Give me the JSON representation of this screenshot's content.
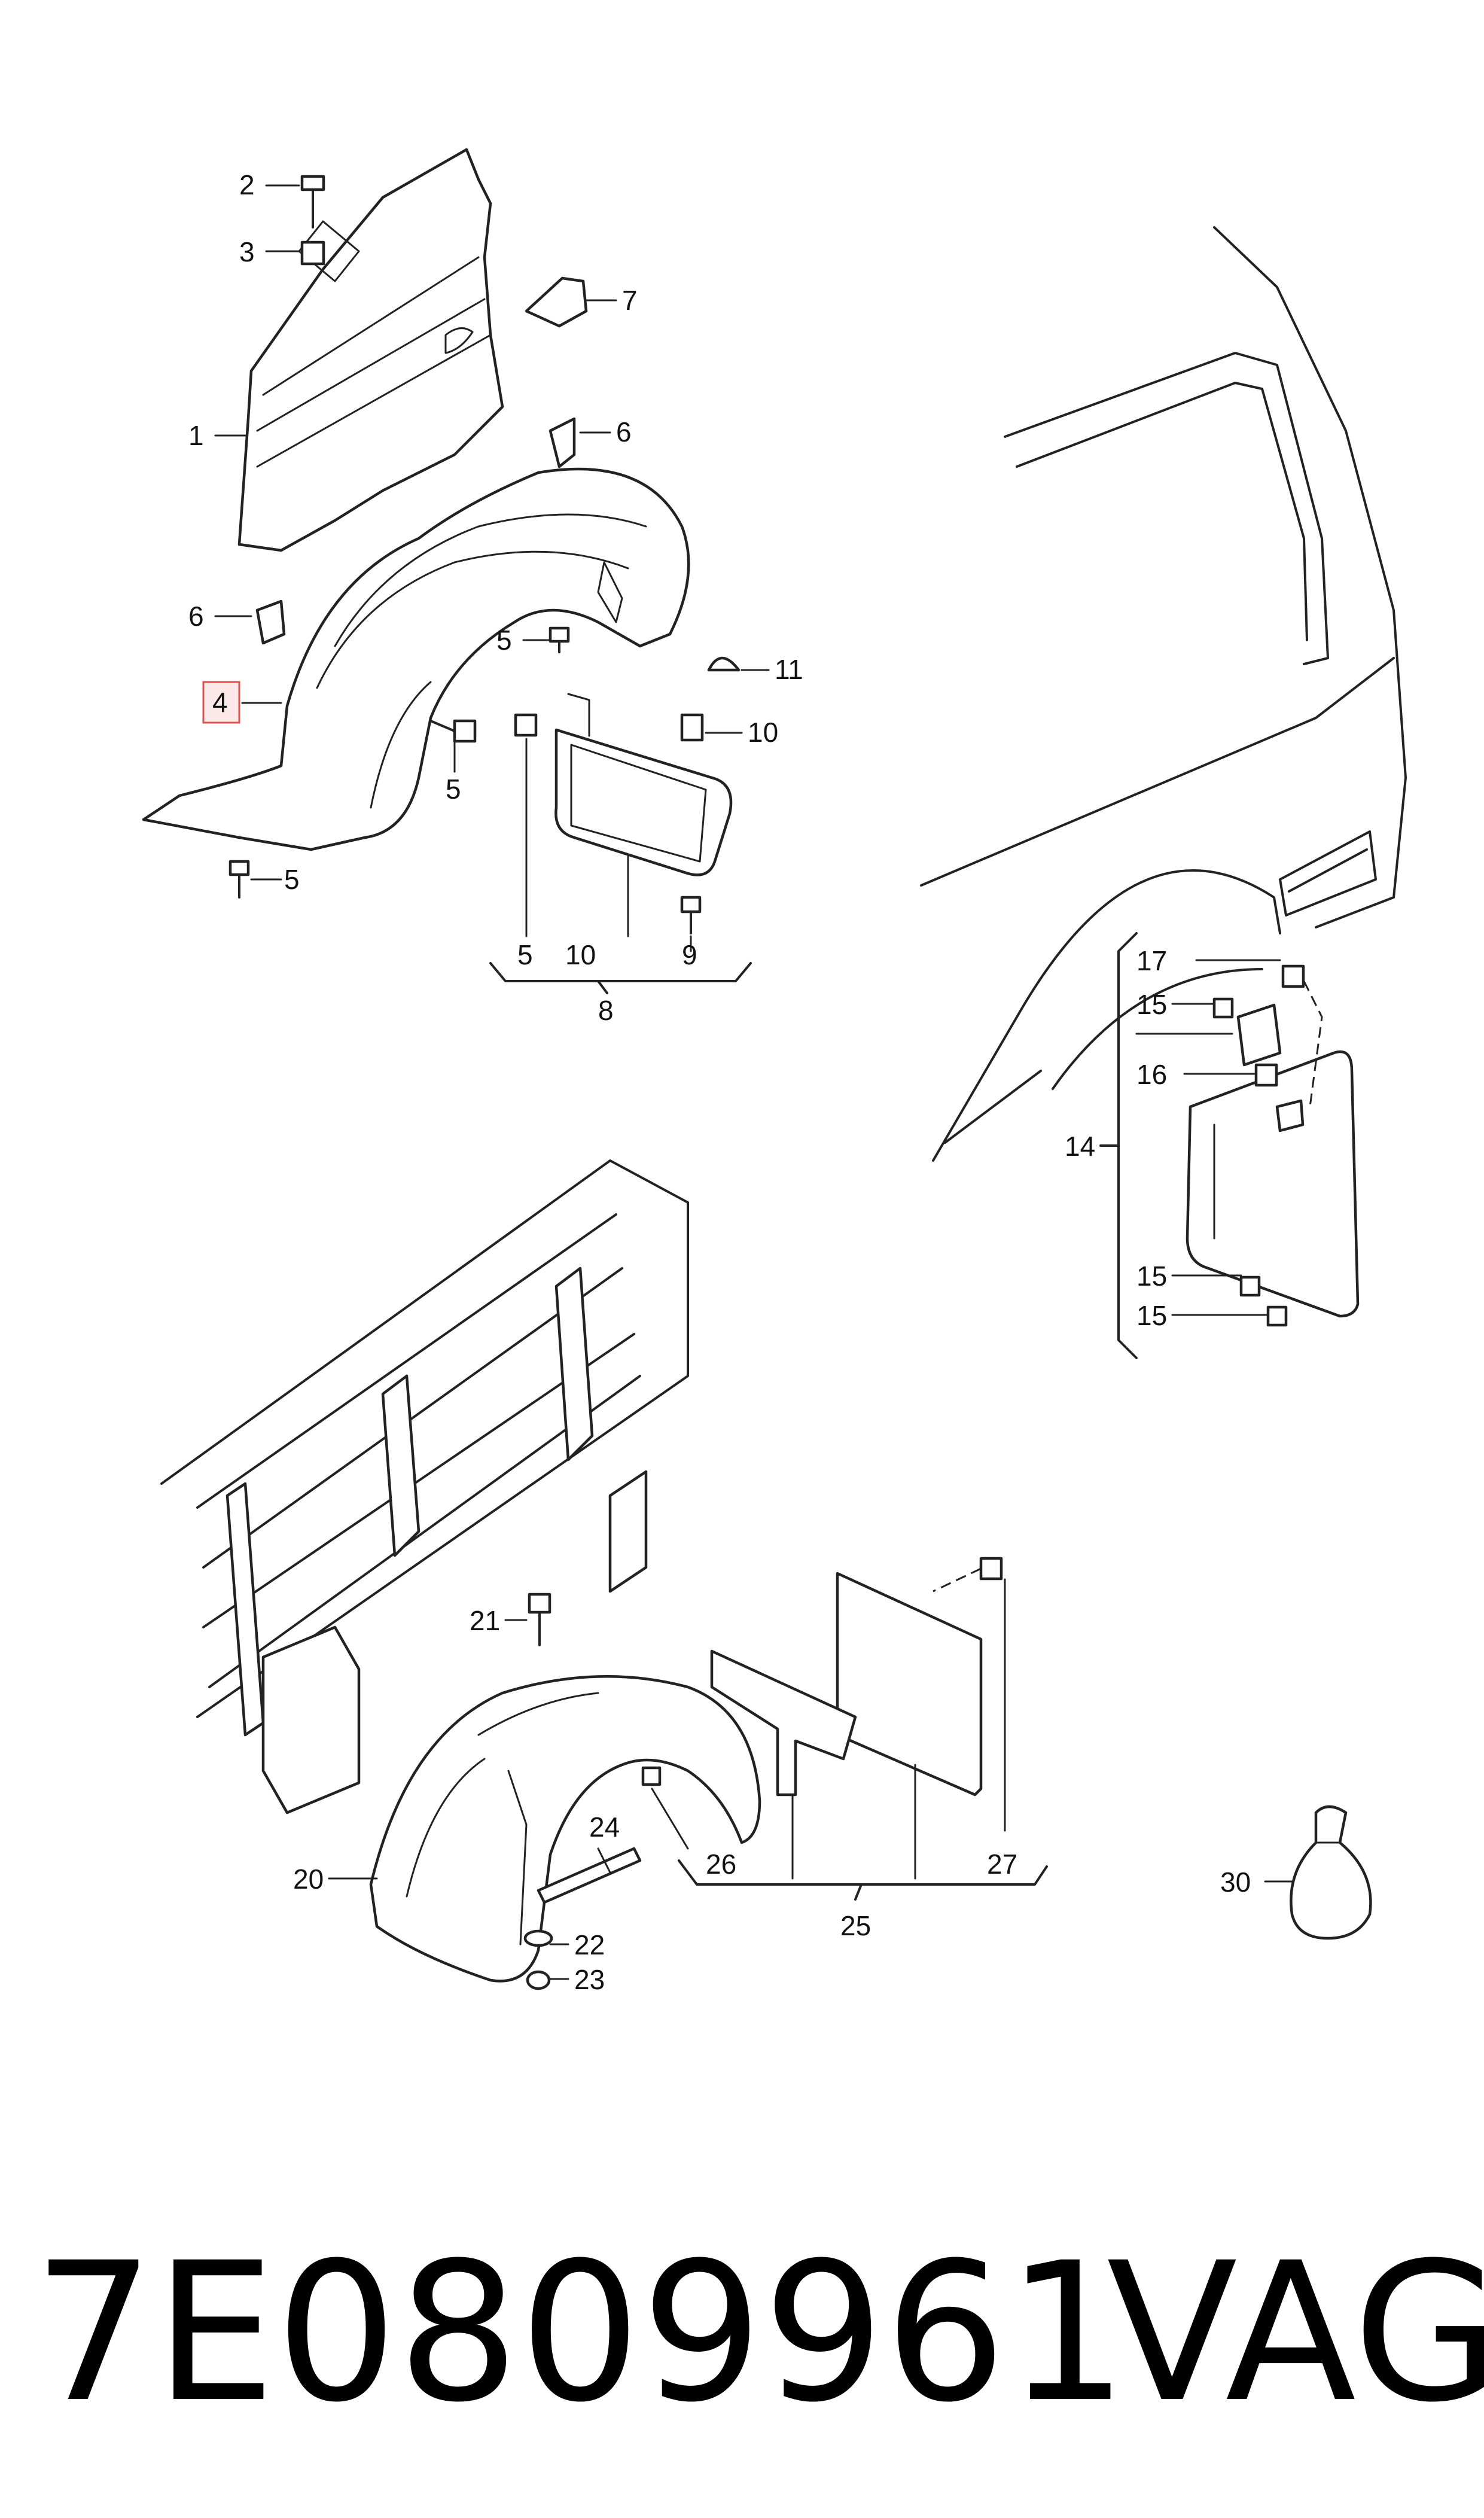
{
  "callouts": {
    "c1": "1",
    "c2": "2",
    "c3": "3",
    "c4": "4",
    "c5a": "5",
    "c5b": "5",
    "c5c": "5",
    "c5d": "5",
    "c6a": "6",
    "c6b": "6",
    "c7": "7",
    "c8": "8",
    "c9": "9",
    "c10a": "10",
    "c10b": "10",
    "c11": "11",
    "c14": "14",
    "c15a": "15",
    "c15b": "15",
    "c15c": "15",
    "c16": "16",
    "c17": "17",
    "c20": "20",
    "c21": "21",
    "c22": "22",
    "c23": "23",
    "c24": "24",
    "c25": "25",
    "c26": "26",
    "c27": "27",
    "c30": "30"
  },
  "highlighted_part": "4",
  "footer": {
    "part_number": "7E0809961",
    "brand": "VAG"
  },
  "colors": {
    "highlight_fill": "#fde8e8",
    "highlight_stroke": "#d9534f",
    "line": "#222222"
  }
}
